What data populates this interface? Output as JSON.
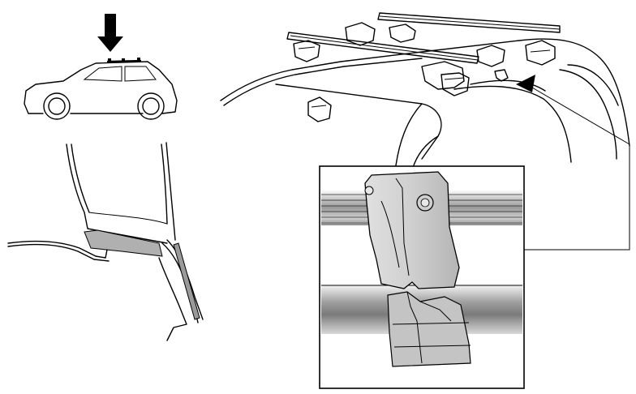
{
  "figure": {
    "panels": [
      "car-side-view",
      "roof-rack-overview",
      "foot-profile-section",
      "foot-detail-inset"
    ],
    "colors": {
      "ink": "#000000",
      "paper": "#ffffff",
      "shade_light": "#d6d6d6",
      "shade_mid": "#b8b8b8",
      "shade_dark": "#8a8a8a"
    },
    "icons": {
      "indicator_arrow": "down-arrow-icon",
      "pointer_arrow": "pointer-arrow-icon"
    }
  }
}
